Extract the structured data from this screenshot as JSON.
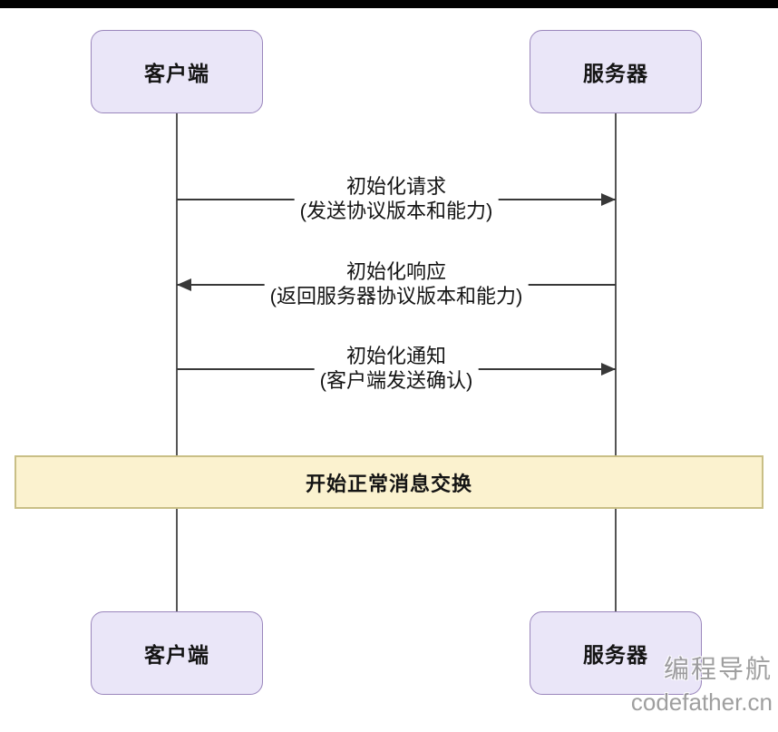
{
  "diagram": {
    "type": "sequence",
    "actors": [
      {
        "id": "client",
        "label": "客户端"
      },
      {
        "id": "server",
        "label": "服务器"
      }
    ],
    "messages": [
      {
        "from": "客户端",
        "to": "服务器",
        "direction": "right",
        "title": "初始化请求",
        "subtitle": "(发送协议版本和能力)"
      },
      {
        "from": "服务器",
        "to": "客户端",
        "direction": "left",
        "title": "初始化响应",
        "subtitle": "(返回服务器协议版本和能力)"
      },
      {
        "from": "客户端",
        "to": "服务器",
        "direction": "right",
        "title": "初始化通知",
        "subtitle": "(客户端发送确认)"
      }
    ],
    "note": {
      "label": "开始正常消息交换"
    }
  },
  "watermark": {
    "line1": "编程导航",
    "line2": "codefather.cn"
  },
  "colors": {
    "background": "#FFFFFF",
    "top_bar": "#000000",
    "actor_fill": "#EAE6F8",
    "actor_border": "#9A86BC",
    "note_fill": "#FBF2CF",
    "note_border": "#C9BF86",
    "message_line": "#383838",
    "lifeline": "#555555",
    "watermark_text": "#8F8F8F"
  }
}
